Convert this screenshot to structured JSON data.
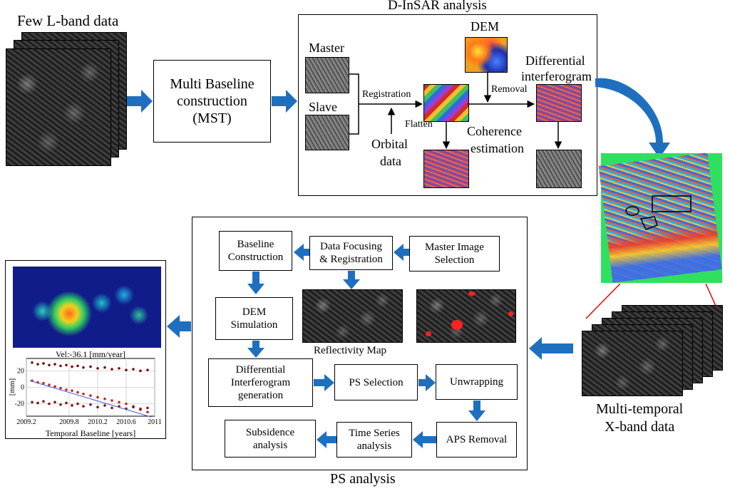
{
  "top": {
    "few_lband": "Few L-band data",
    "mst_box": [
      "Multi Baseline",
      "construction",
      "(MST)"
    ],
    "dinsar_title": "D-InSAR analysis",
    "master": "Master",
    "slave": "Slave",
    "dem": "DEM",
    "registration": "Registration",
    "flatten": "Flatten",
    "orbital": [
      "Orbital",
      "data"
    ],
    "removal": "Removal",
    "coherence": [
      "Coherence",
      "estimation"
    ],
    "differential": [
      "Differential",
      "interferogram"
    ]
  },
  "ps": {
    "title": "PS analysis",
    "baseline": [
      "Baseline",
      "Construction"
    ],
    "focusing": [
      "Data Focusing",
      "& Registration"
    ],
    "master_sel": [
      "Master Image",
      "Selection"
    ],
    "dem_sim": [
      "DEM",
      "Simulation"
    ],
    "reflectivity": "Reflectivity Map",
    "diff_gen": [
      "Differential",
      "Interferogram",
      "generation"
    ],
    "ps_selection": "PS Selection",
    "unwrapping": "Unwrapping",
    "aps_removal": "APS Removal",
    "time_series": [
      "Time Series",
      "analysis"
    ],
    "subsidence": [
      "Subsidence",
      "analysis"
    ]
  },
  "right": {
    "multitemporal": [
      "Multi-temporal",
      "X-band data"
    ]
  },
  "chart_data": {
    "type": "scatter",
    "title": "Vel:-36.1 [mm/year]",
    "xlabel": "Temporal Baseline [years]",
    "ylabel": "[mm]",
    "xticks": [
      "2009.2",
      "2009.8",
      "2010.2",
      "2010.6",
      "2011"
    ],
    "yticks": [
      "20",
      "0",
      "-20"
    ],
    "xlim": [
      2009.2,
      2011.0
    ],
    "ylim": [
      -35,
      35
    ],
    "grid": true,
    "trend": {
      "x": [
        2009.25,
        2010.95
      ],
      "y": [
        8,
        -36
      ]
    },
    "series": [
      {
        "values": [
          [
            2009.28,
            30
          ],
          [
            2009.36,
            28
          ],
          [
            2009.44,
            29
          ],
          [
            2009.52,
            27
          ],
          [
            2009.6,
            28
          ],
          [
            2009.68,
            26
          ],
          [
            2009.76,
            27
          ],
          [
            2009.84,
            25
          ],
          [
            2009.92,
            26
          ],
          [
            2010.0,
            24
          ],
          [
            2010.1,
            25
          ],
          [
            2010.2,
            23
          ],
          [
            2010.3,
            24
          ],
          [
            2010.4,
            22
          ],
          [
            2010.5,
            23
          ],
          [
            2010.6,
            21
          ],
          [
            2010.7,
            22
          ],
          [
            2010.8,
            20
          ],
          [
            2010.9,
            21
          ]
        ]
      },
      {
        "values": [
          [
            2009.28,
            8
          ],
          [
            2009.36,
            6
          ],
          [
            2009.44,
            5
          ],
          [
            2009.52,
            3
          ],
          [
            2009.6,
            1
          ],
          [
            2009.68,
            -1
          ],
          [
            2009.76,
            -3
          ],
          [
            2009.84,
            -4
          ],
          [
            2009.92,
            -6
          ],
          [
            2010.0,
            -8
          ],
          [
            2010.1,
            -10
          ],
          [
            2010.2,
            -12
          ],
          [
            2010.3,
            -14
          ],
          [
            2010.4,
            -16
          ],
          [
            2010.5,
            -18
          ],
          [
            2010.6,
            -20
          ],
          [
            2010.7,
            -23
          ],
          [
            2010.8,
            -26
          ],
          [
            2010.9,
            -30
          ]
        ]
      },
      {
        "values": [
          [
            2009.28,
            -18
          ],
          [
            2009.36,
            -19
          ],
          [
            2009.44,
            -17
          ],
          [
            2009.52,
            -20
          ],
          [
            2009.6,
            -18
          ],
          [
            2009.68,
            -21
          ],
          [
            2009.76,
            -19
          ],
          [
            2009.84,
            -22
          ],
          [
            2009.92,
            -20
          ],
          [
            2010.0,
            -23
          ],
          [
            2010.1,
            -21
          ],
          [
            2010.2,
            -24
          ],
          [
            2010.3,
            -22
          ],
          [
            2010.4,
            -25
          ],
          [
            2010.5,
            -23
          ],
          [
            2010.6,
            -26
          ],
          [
            2010.7,
            -24
          ],
          [
            2010.8,
            -27
          ],
          [
            2010.9,
            -25
          ]
        ]
      }
    ]
  }
}
